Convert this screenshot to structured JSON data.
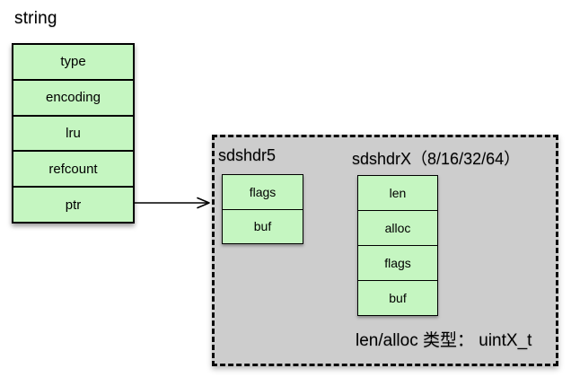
{
  "title": "string",
  "colors": {
    "cell_green": "#c5f6c1",
    "box_gray": "#cdcdcd",
    "line_black": "#000000",
    "background": "#ffffff"
  },
  "object_table": {
    "rows": [
      "type",
      "encoding",
      "lru",
      "refcount",
      "ptr"
    ]
  },
  "detail_box": {
    "sdshdr5": {
      "heading": "sdshdr5",
      "rows": [
        "flags",
        "buf"
      ]
    },
    "sdshdrx": {
      "heading": "sdshdrX（8/16/32/64）",
      "rows": [
        "len",
        "alloc",
        "flags",
        "buf"
      ]
    },
    "footnote": "len/alloc 类型： uintX_t"
  },
  "icons": {
    "pointer_arrow": "right-arrow"
  }
}
